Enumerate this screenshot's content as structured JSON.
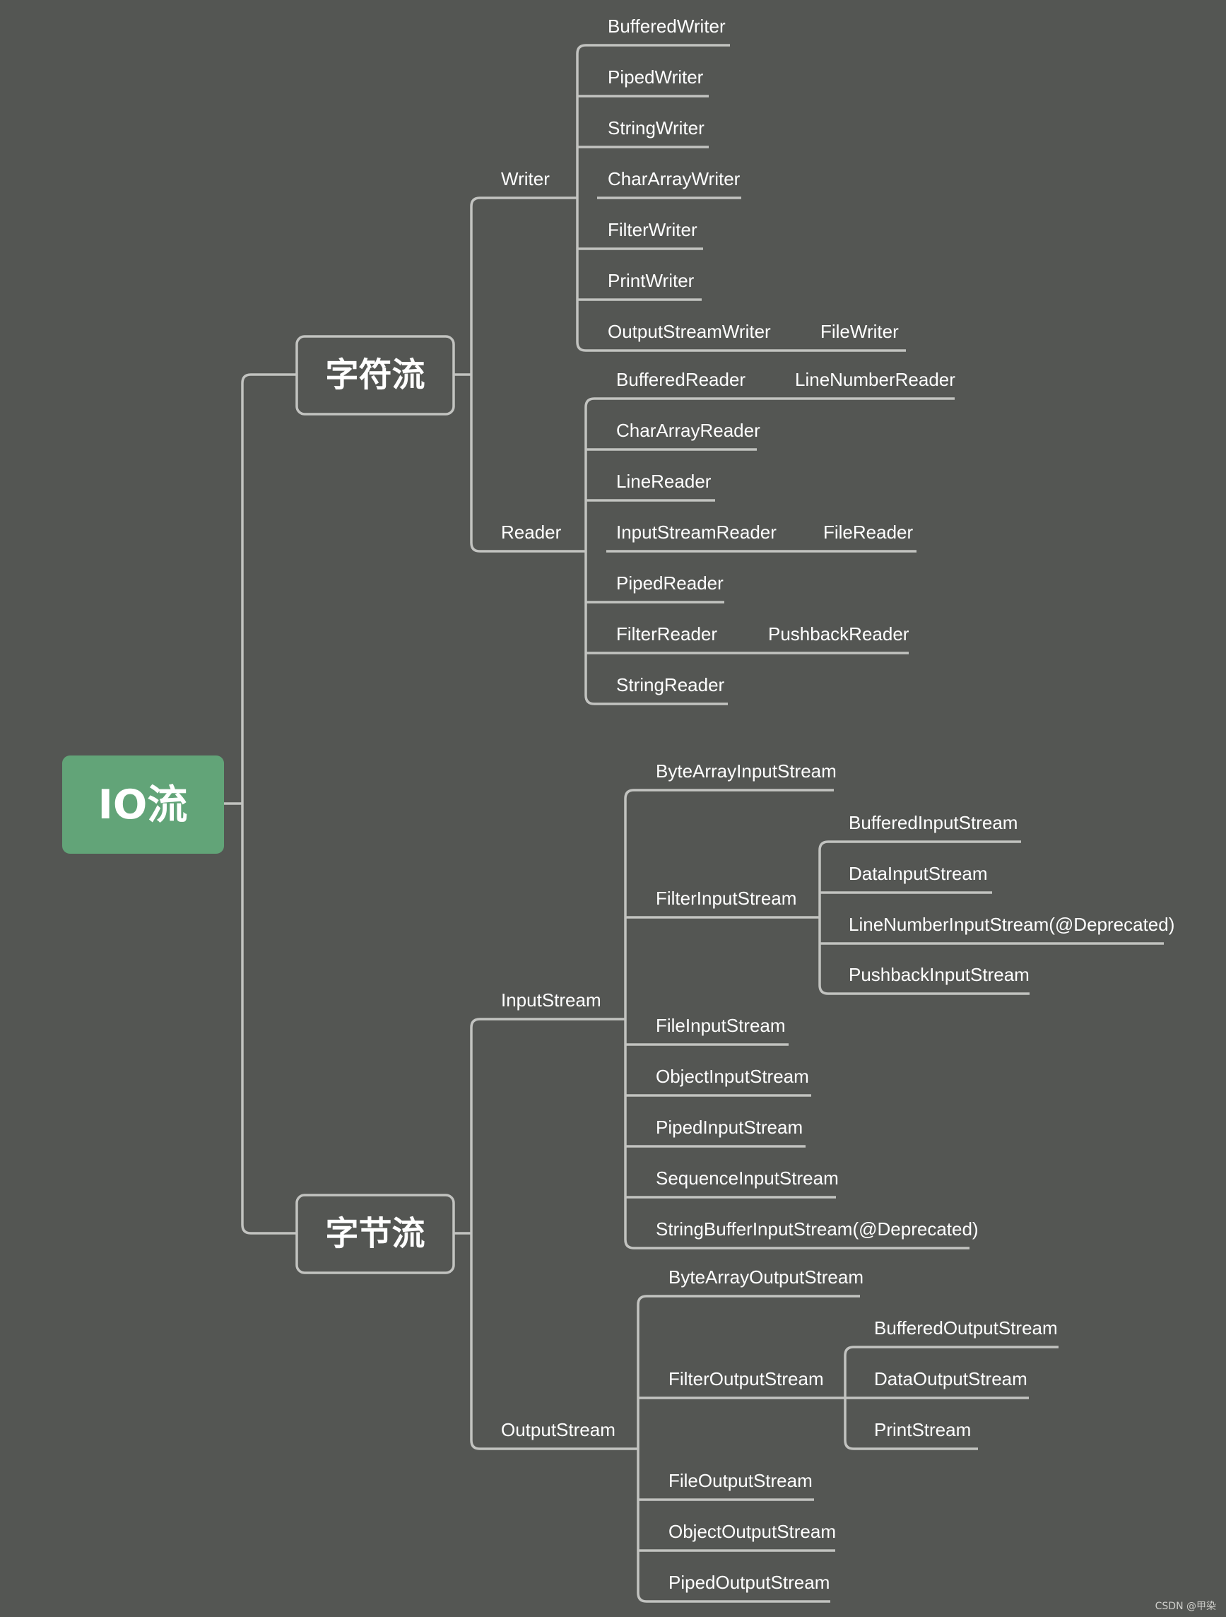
{
  "colors": {
    "background": "#545653",
    "line": "#c2c3c0",
    "root_fill": "#62a478",
    "text": "#ffffff"
  },
  "root": "IO流",
  "categories": {
    "char": "字符流",
    "byte": "字节流"
  },
  "nodes": {
    "writer": "Writer",
    "reader": "Reader",
    "input_stream": "InputStream",
    "output_stream": "OutputStream",
    "buffered_writer": "BufferedWriter",
    "piped_writer": "PipedWriter",
    "string_writer": "StringWriter",
    "char_array_writer": "CharArrayWriter",
    "filter_writer": "FilterWriter",
    "print_writer": "PrintWriter",
    "output_stream_writer": "OutputStreamWriter",
    "file_writer": "FileWriter",
    "buffered_reader": "BufferedReader",
    "line_number_reader": "LineNumberReader",
    "char_array_reader": "CharArrayReader",
    "line_reader": "LineReader",
    "input_stream_reader": "InputStreamReader",
    "file_reader": "FileReader",
    "piped_reader": "PipedReader",
    "filter_reader": "FilterReader",
    "pushback_reader": "PushbackReader",
    "string_reader": "StringReader",
    "byte_array_input_stream": "ByteArrayInputStream",
    "filter_input_stream": "FilterInputStream",
    "buffered_input_stream": "BufferedInputStream",
    "data_input_stream": "DataInputStream",
    "line_number_input_stream": "LineNumberInputStream(@Deprecated)",
    "pushback_input_stream": "PushbackInputStream",
    "file_input_stream": "FileInputStream",
    "object_input_stream": "ObjectInputStream",
    "piped_input_stream": "PipedInputStream",
    "sequence_input_stream": "SequenceInputStream",
    "string_buffer_input_stream": "StringBufferInputStream(@Deprecated)",
    "byte_array_output_stream": "ByteArrayOutputStream",
    "filter_output_stream": "FilterOutputStream",
    "buffered_output_stream": "BufferedOutputStream",
    "data_output_stream": "DataOutputStream",
    "print_stream": "PrintStream",
    "file_output_stream": "FileOutputStream",
    "object_output_stream": "ObjectOutputStream",
    "piped_output_stream": "PipedOutputStream"
  },
  "watermark": "CSDN @甲染"
}
